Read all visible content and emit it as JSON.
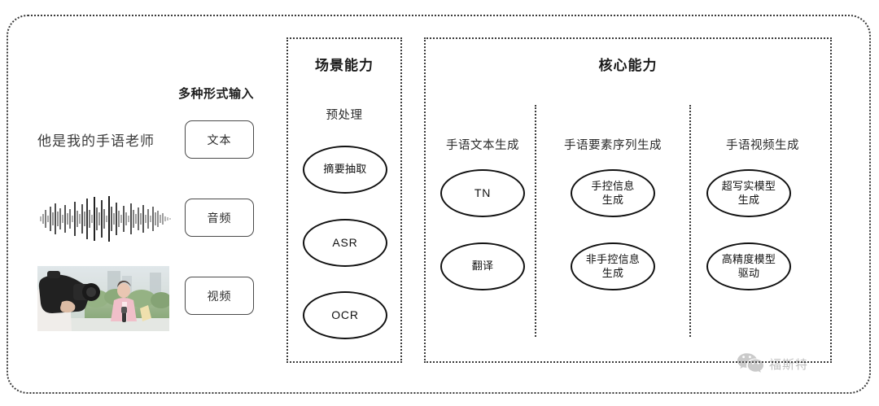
{
  "diagram": {
    "outer_frame": "rounded-dotted-frame",
    "input_section": {
      "heading": "多种形式输入",
      "sample_text": "他是我的手语老师",
      "waveform_label": "audio-waveform",
      "thumbnail_label": "video-thumbnail",
      "buttons": [
        {
          "label": "文本",
          "name": "input-type-text"
        },
        {
          "label": "音频",
          "name": "input-type-audio"
        },
        {
          "label": "视频",
          "name": "input-type-video"
        }
      ]
    },
    "scene_panel": {
      "title": "场景能力",
      "column_title": "预处理",
      "nodes": [
        {
          "label": "摘要抽取",
          "script": "cjk"
        },
        {
          "label": "ASR",
          "script": "latin"
        },
        {
          "label": "OCR",
          "script": "latin"
        }
      ]
    },
    "core_panel": {
      "title": "核心能力",
      "columns": [
        {
          "title": "手语文本生成",
          "nodes": [
            {
              "label": "TN",
              "script": "latin"
            },
            {
              "label": "翻译",
              "script": "cjk"
            }
          ]
        },
        {
          "title": "手语要素序列生成",
          "nodes": [
            {
              "line1": "手控信息",
              "line2": "生成",
              "script": "cjk"
            },
            {
              "line1": "非手控信息",
              "line2": "生成",
              "script": "cjk"
            }
          ]
        },
        {
          "title": "手语视频生成",
          "nodes": [
            {
              "line1": "超写实模型",
              "line2": "生成",
              "script": "cjk"
            },
            {
              "line1": "高精度模型",
              "line2": "驱动",
              "script": "cjk"
            }
          ]
        }
      ]
    },
    "watermark": {
      "icon": "wechat-icon",
      "text": "福斯特"
    },
    "colors": {
      "background": "#ffffff",
      "border": "#3a3a3a",
      "node_stroke": "#111111",
      "text": "#2b2b2b"
    }
  }
}
